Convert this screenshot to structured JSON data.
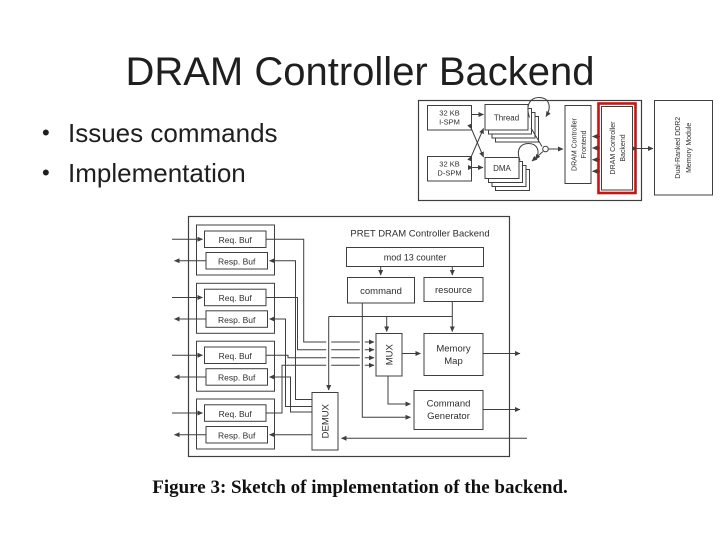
{
  "slide": {
    "title": "DRAM Controller Backend",
    "bullet_char": "•",
    "bullets": [
      "Issues commands",
      "Implementation"
    ],
    "caption": "Figure 3: Sketch of implementation of the backend."
  },
  "colors": {
    "highlight_red": "#cc1111",
    "stroke": "#3f3f3f"
  },
  "arch_diagram": {
    "ispm": [
      "32 KB",
      "I-SPM"
    ],
    "dspm": [
      "32 KB",
      "D-SPM"
    ],
    "thread": "Thread",
    "dma": "DMA",
    "frontend": [
      "DRAM Controller",
      "Frontend"
    ],
    "backend": [
      "DRAM Controller",
      "Backend"
    ],
    "memory": [
      "Dual-Ranked DDR2",
      "Memory Module"
    ]
  },
  "backend_diagram": {
    "title": "PRET DRAM Controller Backend",
    "req_buf": "Req. Buf",
    "resp_buf": "Resp. Buf",
    "counter": "mod 13 counter",
    "command": "command",
    "resource": "resource",
    "mux": "MUX",
    "demux": "DEMUX",
    "memory_map": [
      "Memory",
      "Map"
    ],
    "command_generator": [
      "Command",
      "Generator"
    ]
  }
}
